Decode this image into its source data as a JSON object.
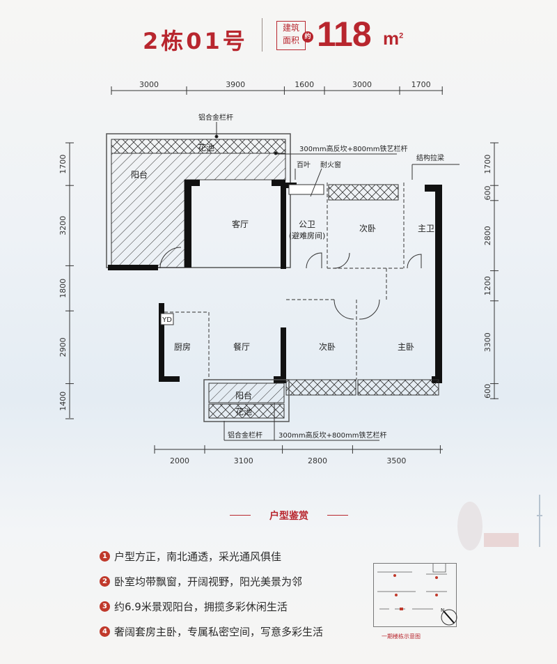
{
  "header": {
    "unit": "2栋01号",
    "area_label_line1": "建筑",
    "area_label_line2": "面积",
    "approx": "约",
    "area_value": "118",
    "area_unit": "m",
    "area_unit_sup": "2"
  },
  "dimensions": {
    "top": [
      "3000",
      "3900",
      "1600",
      "3000",
      "1700"
    ],
    "bottom": [
      "2000",
      "3100",
      "2800",
      "3500"
    ],
    "left": [
      "1700",
      "3200",
      "1800",
      "2900",
      "1400"
    ],
    "right": [
      "1700",
      "600",
      "2800",
      "1200",
      "3300",
      "600"
    ]
  },
  "rooms": {
    "balcony_north": "阳台",
    "flower_bed_north": "花池",
    "living_room": "客厅",
    "public_bath": "公卫",
    "refuge_room": "(避难房间)",
    "second_bedroom_north": "次卧",
    "master_bath": "主卫",
    "kitchen": "厨房",
    "dining_room": "餐厅",
    "second_bedroom_south": "次卧",
    "master_bedroom": "主卧",
    "balcony_south": "阳台",
    "flower_bed_south": "花池",
    "yd": "YD"
  },
  "annotations": {
    "alu_railing_top": "铝合金栏杆",
    "curb_railing_top": "300mm高反坎+800mm铁艺栏杆",
    "louver": "百叶",
    "fire_window": "耐火窗",
    "beam": "结构拉梁",
    "alu_railing_bottom": "铝合金栏杆",
    "curb_railing_bottom": "300mm高反坎+800mm铁艺栏杆"
  },
  "features": {
    "heading": "户型鉴赏",
    "items": [
      {
        "num": "1",
        "text": "户型方正，南北通透，采光通风俱佳"
      },
      {
        "num": "2",
        "text": "卧室均带飘窗，开阔视野，阳光美景为邻"
      },
      {
        "num": "3",
        "text": "约6.9米景观阳台，拥揽多彩休闲生活"
      },
      {
        "num": "4",
        "text": "奢阔套房主卧，专属私密空间，写意多彩生活"
      }
    ]
  },
  "keymap": {
    "caption": "一期楼栋示意图",
    "north": "N"
  },
  "colors": {
    "brand_red": "#b8262e",
    "wall": "#111111"
  }
}
